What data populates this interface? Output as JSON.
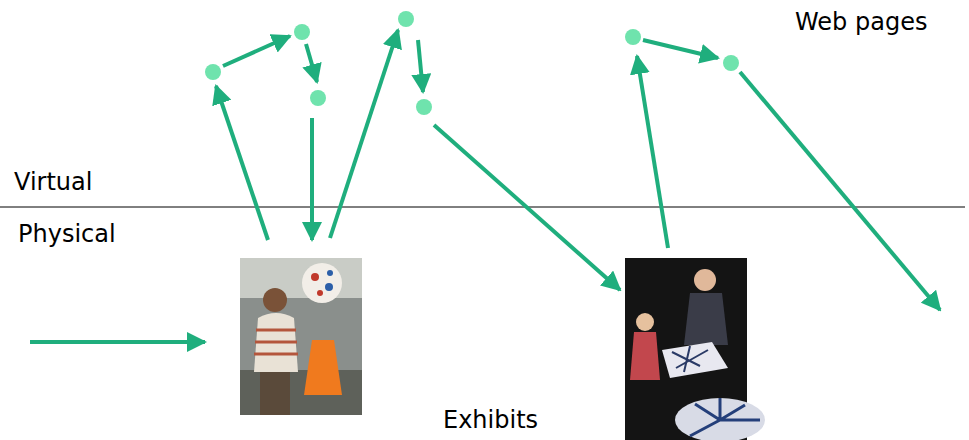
{
  "diagram": {
    "labels": [
      "Web pages",
      "Virtual",
      "Physical",
      "Exhibits"
    ]
  }
}
